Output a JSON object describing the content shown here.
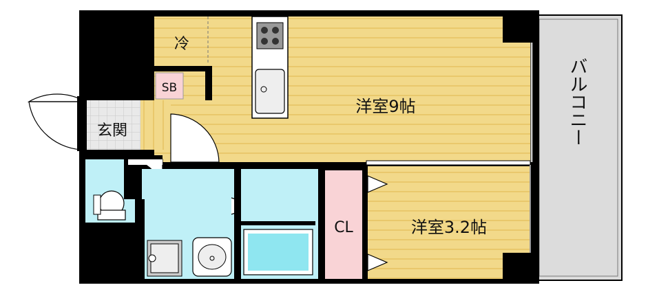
{
  "rooms": {
    "western_room_1": "洋室9帖",
    "western_room_2": "洋室3.2帖",
    "entrance": "玄関",
    "refrigerator": "冷",
    "shoe_box": "SB",
    "closet": "CL",
    "balcony": "バルコニー"
  },
  "colors": {
    "floor_wood": "#f2d98a",
    "floor_stripe": "#e8c45f",
    "wall": "#000000",
    "wet_area": "#bff0f7",
    "closet": "#f9d3d6",
    "shoe_box": "#f9d3d6",
    "balcony": "#d9d9d9",
    "entrance_tile": "#e6e6e6"
  }
}
